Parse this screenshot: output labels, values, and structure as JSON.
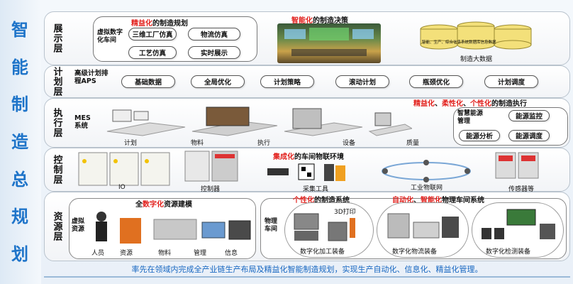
{
  "side_title": [
    "智",
    "能",
    "制",
    "造",
    "总",
    "规",
    "划"
  ],
  "layers": {
    "display": {
      "label": "展示层",
      "lean_title_hl": "精益化",
      "lean_title_rest": "的制造规划",
      "virtual_workshop": "虚拟数字化车间",
      "buttons": [
        "三维工厂仿真",
        "物流仿真",
        "工艺仿真",
        "实时展示"
      ],
      "smart_title_hl": "智能化",
      "smart_title_rest": "的制造决策",
      "bigdata_small": "智能、生产、综合信息系统数据库信息数据",
      "bigdata_label": "制造大数据"
    },
    "plan": {
      "label": "计划层",
      "aps_label": "高级计划排程APS",
      "pills": [
        "基础数据",
        "全局优化",
        "计划策略",
        "滚动计划",
        "瓶颈优化",
        "计划调度"
      ]
    },
    "exec": {
      "label": "执行层",
      "mes_label": "MES系统",
      "items": [
        "计划",
        "物料",
        "执行",
        "设备",
        "质量"
      ],
      "title_hl1": "精益化",
      "title_sep1": "、",
      "title_hl2": "柔性化",
      "title_sep2": "、",
      "title_hl3": "个性化",
      "title_rest": "的制造执行",
      "energy_label": "智慧能源管理",
      "energy_pills": [
        "能源监控",
        "能源分析",
        "能源调度"
      ]
    },
    "control": {
      "label": "控制层",
      "iot_hl": "集成化",
      "iot_rest": "的车间物联环境",
      "items": [
        "IO",
        "控制器",
        "采集工具",
        "工业物联网",
        "传感器等"
      ]
    },
    "resource": {
      "label": "资源层",
      "all_prefix": "全",
      "all_hl": "数字化",
      "all_rest": "资源建模",
      "virtual_label": "虚拟资源",
      "virtual_items": [
        "人员",
        "资源",
        "物料",
        "管理",
        "信息"
      ],
      "physical_label": "物理车间",
      "pers_hl": "个性化",
      "pers_rest": "的制造系统",
      "auto_hl1": "自动化",
      "auto_sep": "、",
      "auto_hl2": "智能化",
      "auto_rest": "物理车间系统",
      "print3d": "3D打印",
      "equip": [
        "数字化加工装备",
        "数字化物流装备",
        "数字化检测装备"
      ]
    }
  },
  "footer": "率先在领域内完成全产业链生产布局及精益化智能制造规划，实现生产自动化、信息化、精益化管理。",
  "colors": {
    "title_blue": "#1e74c9",
    "accent_red": "#e2201c",
    "footer_blue": "#1565c0"
  }
}
